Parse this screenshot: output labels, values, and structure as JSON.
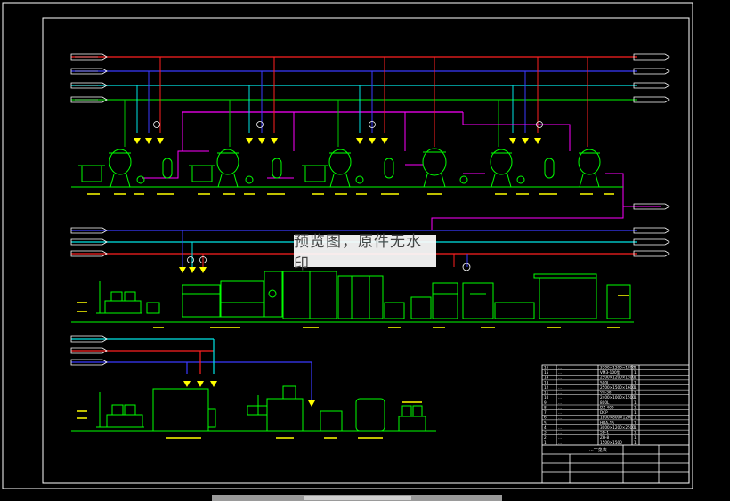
{
  "watermark": {
    "text": "预览图，原件无水印"
  },
  "colors": {
    "frame": "#ffffff",
    "equipment": "#00ff00",
    "pipe_red": "#ff2020",
    "pipe_blue": "#3a3aff",
    "pipe_cyan": "#00e5e5",
    "pipe_green": "#00c800",
    "pipe_magenta": "#ff00ff",
    "text_yellow": "#ffff00",
    "text_white": "#ffffff"
  },
  "icons": {
    "tank": "tank-icon",
    "pump": "pump-icon",
    "instrument": "instrument-bubble-icon",
    "valve": "valve-icon"
  },
  "title_block": {
    "drawing_title": "...一览表",
    "rows": [
      {
        "no": "16",
        "name": "...",
        "spec": "3200×1200×1800",
        "qty": "1"
      },
      {
        "no": "15",
        "name": "...",
        "spec": "VM3-100型",
        "qty": "1"
      },
      {
        "no": "14",
        "name": "...",
        "spec": "2500×1200×1500",
        "qty": "1"
      },
      {
        "no": "13",
        "name": "...",
        "spec": "500L",
        "qty": "1"
      },
      {
        "no": "12",
        "name": "...",
        "spec": "2500×1500×1600",
        "qty": "1"
      },
      {
        "no": "11",
        "name": "...",
        "spec": "YH-30",
        "qty": "1"
      },
      {
        "no": "10",
        "name": "...",
        "spec": "2400×1000×1500",
        "qty": "1"
      },
      {
        "no": "9",
        "name": "...",
        "spec": "800L",
        "qty": "1"
      },
      {
        "no": "8",
        "name": "...",
        "spec": "DZ-400",
        "qty": "1"
      },
      {
        "no": "7",
        "name": "...",
        "spec": "DCP",
        "qty": "1"
      },
      {
        "no": "6",
        "name": "...",
        "spec": "1800×800×1200",
        "qty": "1"
      },
      {
        "no": "5",
        "name": "...",
        "spec": "HDA-15",
        "qty": "1"
      },
      {
        "no": "4",
        "name": "...",
        "spec": "3000×1200×2500",
        "qty": "1"
      },
      {
        "no": "3",
        "name": "...",
        "spec": "SD-1",
        "qty": "1"
      },
      {
        "no": "2",
        "name": "...",
        "spec": "ZH-8",
        "qty": "1"
      },
      {
        "no": "1",
        "name": "...",
        "spec": "1500×1500",
        "qty": "1"
      }
    ]
  }
}
